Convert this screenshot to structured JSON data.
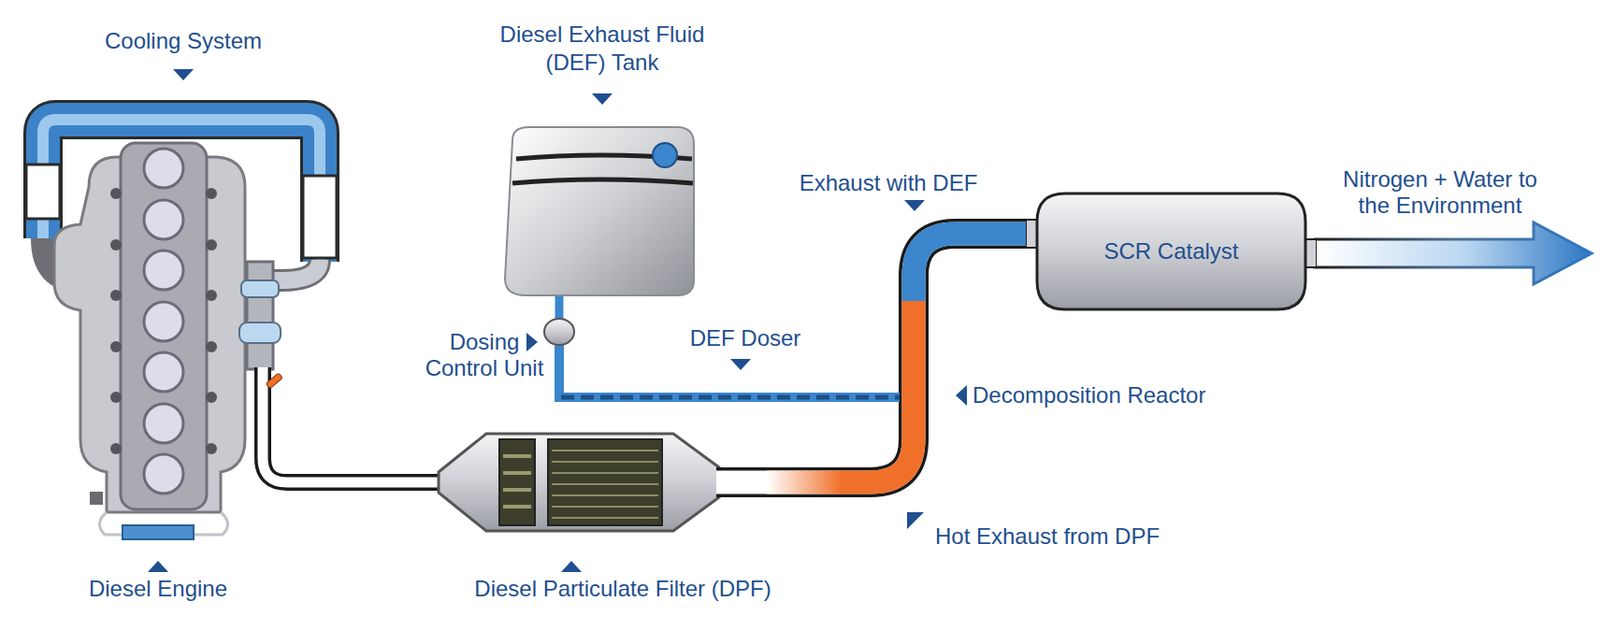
{
  "diagram": {
    "nodes": [
      {
        "text": [
          "SCR Catalyst"
        ]
      }
    ],
    "labels": [
      "Cooling System",
      "Diesel Exhaust Fluid (DEF) Tank",
      "Exhaust with DEF",
      "Nitrogen + Water to the Environment",
      "Dosing Control Unit",
      "DEF Doser",
      "Decomposition Reactor",
      "Hot Exhaust from DPF",
      "Diesel Engine",
      "Diesel Particulate Filter (DPF)"
    ]
  }
}
